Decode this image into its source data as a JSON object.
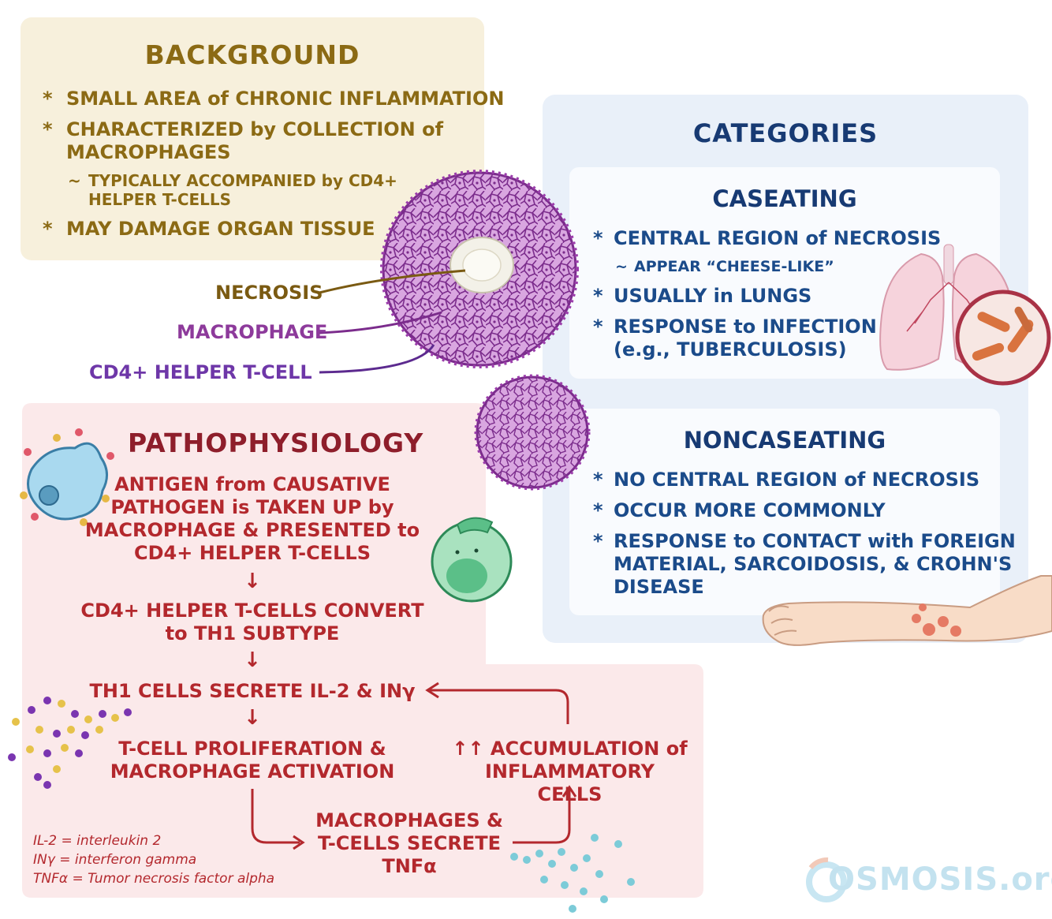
{
  "background": {
    "title": "BACKGROUND",
    "items": [
      "SMALL AREA of CHRONIC INFLAMMATION",
      "CHARACTERIZED by COLLECTION of",
      "MACROPHAGES",
      "MAY DAMAGE ORGAN TISSUE"
    ],
    "sub": [
      "TYPICALLY ACCOMPANIED by CD4+",
      "HELPER T-CELLS"
    ],
    "bullet": "*",
    "tilde": "~"
  },
  "labels": {
    "necrosis": "NECROSIS",
    "macrophage": "MACROPHAGE",
    "tcell": "CD4+ HELPER T-CELL"
  },
  "categories": {
    "title": "CATEGORIES",
    "caseating": {
      "title": "CASEATING",
      "items": [
        "CENTRAL REGION of NECROSIS",
        "USUALLY in LUNGS",
        "RESPONSE to INFECTION",
        "(e.g., TUBERCULOSIS)"
      ],
      "sub": "APPEAR “CHEESE-LIKE”"
    },
    "noncaseating": {
      "title": "NONCASEATING",
      "items": [
        "NO CENTRAL REGION of NECROSIS",
        "OCCUR MORE COMMONLY",
        "RESPONSE to CONTACT with FOREIGN",
        "MATERIAL, SARCOIDOSIS, & CROHN'S",
        "DISEASE"
      ]
    }
  },
  "patho": {
    "title": "PATHOPHYSIOLOGY",
    "step1": [
      "ANTIGEN from CAUSATIVE",
      "PATHOGEN is TAKEN UP by",
      "MACROPHAGE & PRESENTED to",
      "CD4+ HELPER T-CELLS"
    ],
    "step2": [
      "CD4+ HELPER T-CELLS CONVERT",
      "to TH1 SUBTYPE"
    ],
    "step3": "TH1 CELLS SECRETE IL-2 & INγ",
    "step4": [
      "T-CELL PROLIFERATION &",
      "MACROPHAGE ACTIVATION"
    ],
    "step5": [
      "MACROPHAGES &",
      "T-CELLS SECRETE",
      "TNFα"
    ],
    "step6": [
      "↑↑ ACCUMULATION of",
      "INFLAMMATORY CELLS"
    ],
    "arrow": "↓",
    "legend": [
      "IL-2 = interleukin 2",
      "INγ = interferon gamma",
      "TNFα = Tumor necrosis factor alpha"
    ]
  },
  "logo": {
    "text": "OSMOSIS.org"
  },
  "colors": {
    "background_panel": "#f7f0dc",
    "background_text": "#8b6a14",
    "categories_panel": "#e9f0f9",
    "categories_text": "#173a73",
    "patho_panel": "#fbe9ea",
    "patho_text": "#b3282d",
    "macrophage": "#8d3a9b",
    "tcell": "#6e37a8"
  }
}
